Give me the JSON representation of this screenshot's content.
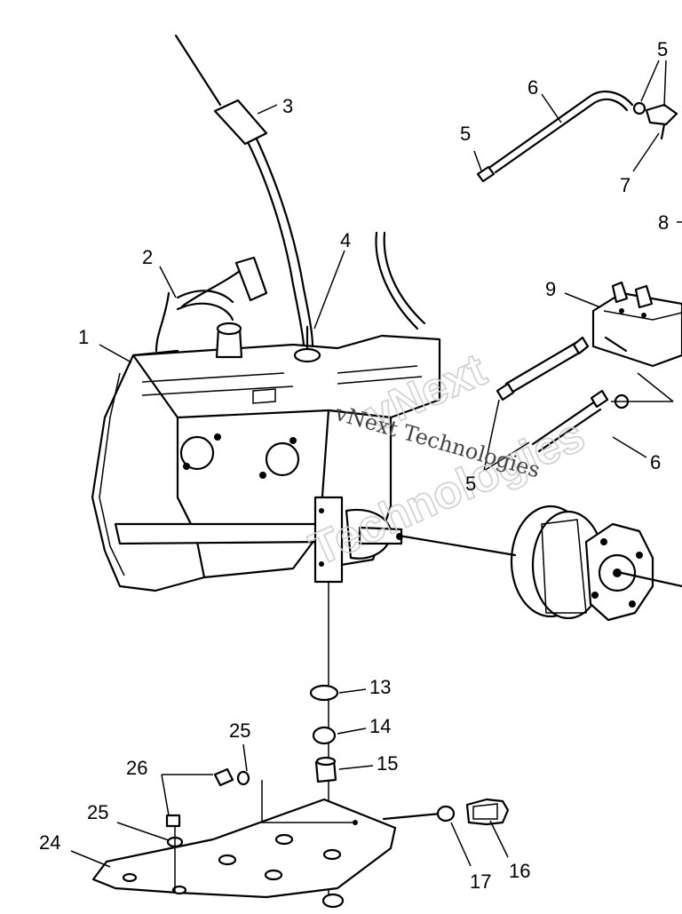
{
  "diagram": {
    "callouts": [
      "1",
      "2",
      "3",
      "4",
      "5",
      "5",
      "5",
      "6",
      "6",
      "7",
      "8",
      "9",
      "13",
      "14",
      "15",
      "16",
      "17",
      "24",
      "25",
      "25",
      "26"
    ],
    "watermark": {
      "line1": "vNext Technologies",
      "line2": "vNext",
      "line3": "Technologies"
    }
  },
  "labels": {
    "l1": "1",
    "l2": "2",
    "l3": "3",
    "l4": "4",
    "l5_top_right": "5",
    "l5_left": "5",
    "l5_mid": "5",
    "l6_top": "6",
    "l6_mid": "6",
    "l7": "7",
    "l8": "8",
    "l9": "9",
    "l13": "13",
    "l14": "14",
    "l15": "15",
    "l16": "16",
    "l17": "17",
    "l24": "24",
    "l25_a": "25",
    "l25_b": "25",
    "l26": "26"
  }
}
